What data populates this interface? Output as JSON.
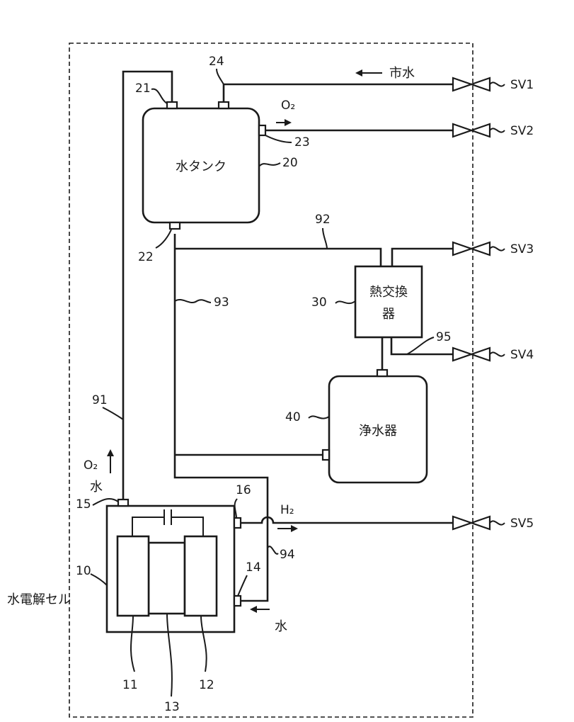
{
  "components": {
    "tank": {
      "name": "水タンク",
      "ref": "20"
    },
    "heat_exchanger": {
      "name_lines": [
        "熱交換",
        "器"
      ],
      "ref": "30"
    },
    "purifier": {
      "name": "浄水器",
      "ref": "40"
    },
    "cell": {
      "name": "水電解セル",
      "ref": "10"
    }
  },
  "ports": {
    "p21": "21",
    "p22": "22",
    "p23": "23",
    "p24": "24",
    "p15": "15",
    "p16": "16",
    "p14": "14"
  },
  "pipes": {
    "p91": "91",
    "p92": "92",
    "p93": "93",
    "p94": "94",
    "p95": "95"
  },
  "cell_parts": {
    "p11": "11",
    "p12": "12",
    "p13": "13"
  },
  "valves": [
    "SV1",
    "SV2",
    "SV3",
    "SV4",
    "SV5"
  ],
  "flow_labels": {
    "city_water": "市水",
    "o2_tank": "O₂",
    "o2_cell": "O₂",
    "water_cell": "水",
    "h2": "H₂",
    "water_in": "水"
  }
}
